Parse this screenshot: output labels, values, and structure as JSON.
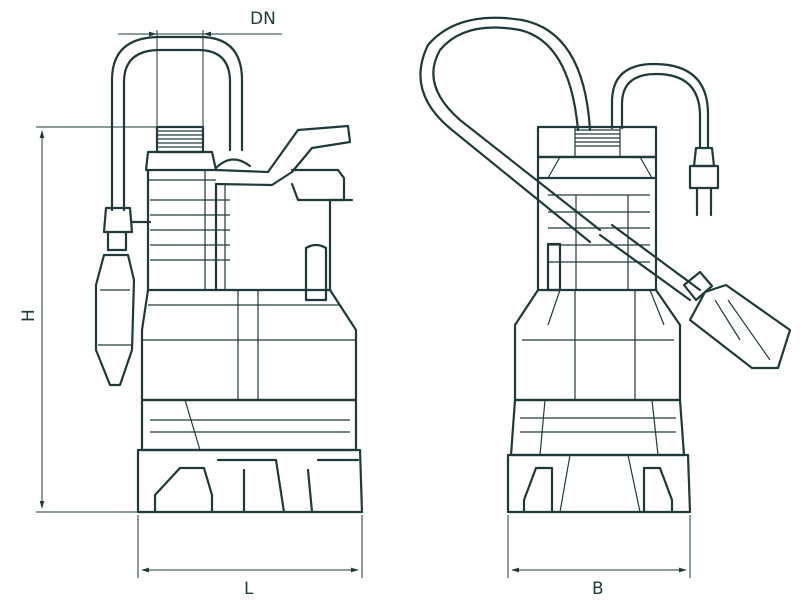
{
  "colors": {
    "ink": "#1e3a3a",
    "background": "#ffffff"
  },
  "labels": {
    "dn": "DN",
    "h": "H",
    "l": "L",
    "b": "B"
  }
}
